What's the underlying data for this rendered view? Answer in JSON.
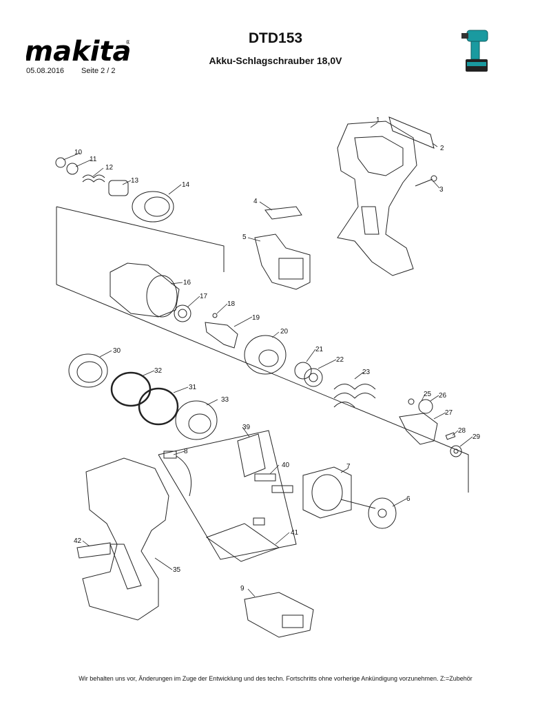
{
  "brand": "makita",
  "header": {
    "model": "DTD153",
    "description": "Akku-Schlagschrauber 18,0V",
    "date": "05.08.2016",
    "page": "Seite   2  / 2"
  },
  "parts": [
    {
      "n": "1"
    },
    {
      "n": "2"
    },
    {
      "n": "3"
    },
    {
      "n": "4"
    },
    {
      "n": "5"
    },
    {
      "n": "6"
    },
    {
      "n": "7"
    },
    {
      "n": "8"
    },
    {
      "n": "9"
    },
    {
      "n": "10"
    },
    {
      "n": "11"
    },
    {
      "n": "12"
    },
    {
      "n": "13"
    },
    {
      "n": "14"
    },
    {
      "n": "16"
    },
    {
      "n": "17"
    },
    {
      "n": "18"
    },
    {
      "n": "19"
    },
    {
      "n": "20"
    },
    {
      "n": "21"
    },
    {
      "n": "22"
    },
    {
      "n": "23"
    },
    {
      "n": "25"
    },
    {
      "n": "26"
    },
    {
      "n": "27"
    },
    {
      "n": "28"
    },
    {
      "n": "29"
    },
    {
      "n": "30"
    },
    {
      "n": "31"
    },
    {
      "n": "32"
    },
    {
      "n": "33"
    },
    {
      "n": "35"
    },
    {
      "n": "39"
    },
    {
      "n": "40"
    },
    {
      "n": "41"
    },
    {
      "n": "42"
    }
  ],
  "footer": "Wir behalten uns vor, Änderungen im Zuge der Entwicklung und des techn. Fortschritts ohne vorherige Ankündigung vorzunehmen. Z:=Zubehör",
  "colors": {
    "product_teal": "#1a9aa0",
    "ink": "#111111"
  }
}
